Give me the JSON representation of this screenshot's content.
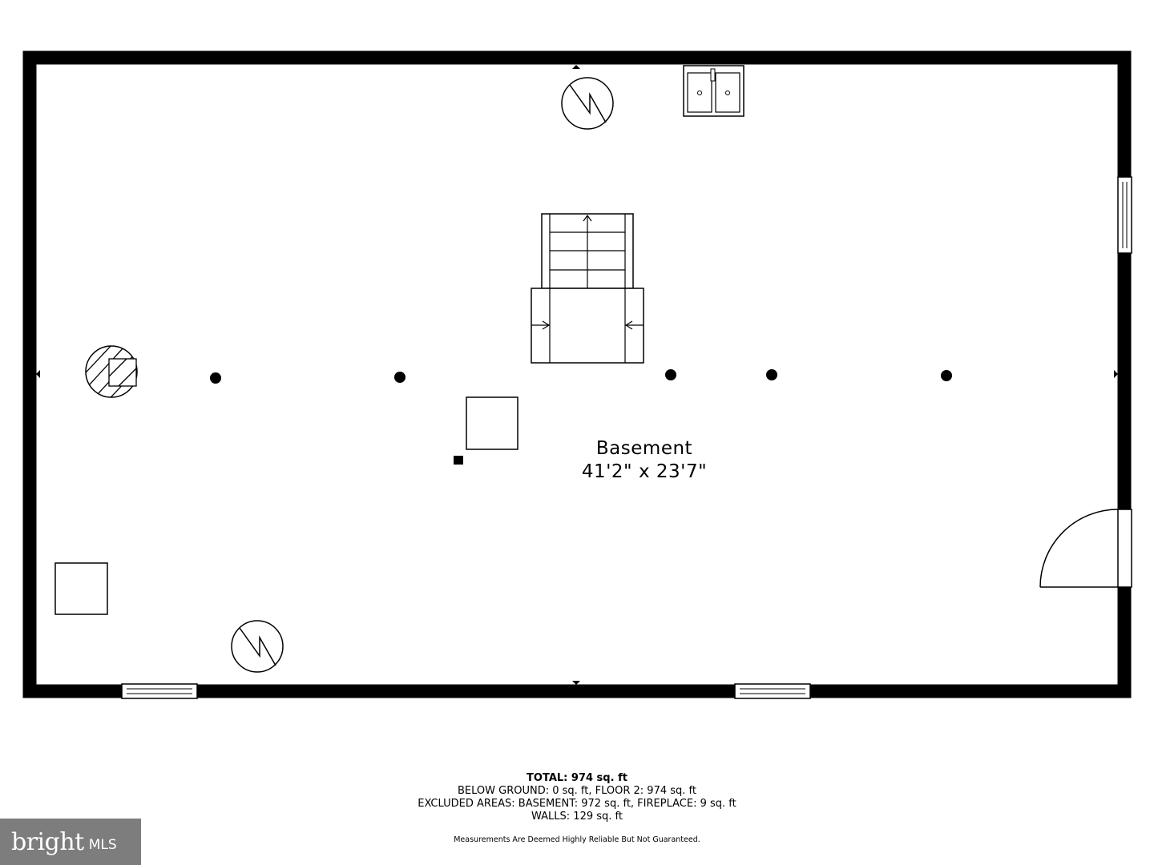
{
  "room": {
    "name": "Basement",
    "dimensions": "41'2\" x 23'7\""
  },
  "summary": {
    "total": "TOTAL: 974 sq. ft",
    "line1": "BELOW GROUND: 0 sq. ft, FLOOR 2: 974 sq. ft",
    "line2": "EXCLUDED AREAS: BASEMENT: 972 sq. ft, FIREPLACE: 9 sq. ft",
    "line3": "WALLS: 129 sq. ft"
  },
  "disclaimer": "Measurements Are Deemed Highly Reliable But Not Guaranteed.",
  "logo": {
    "brand": "bright",
    "suffix": "MLS",
    "background": "#7d7d7d"
  }
}
